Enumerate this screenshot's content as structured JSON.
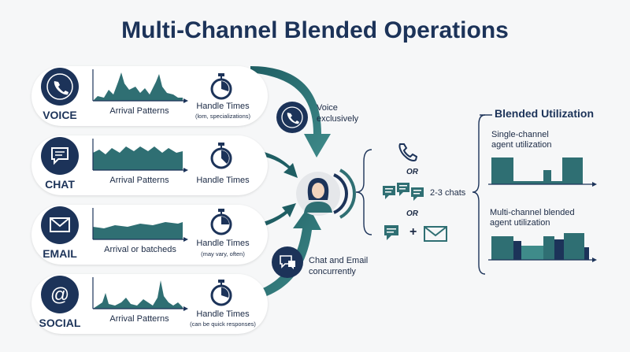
{
  "title": "Multi-Channel Blended Operations",
  "channels": [
    {
      "label": "VOICE",
      "pattern_label": "Arrival Patterns",
      "handle_label": "Handle Times",
      "handle_sub": "(lom, specializations)"
    },
    {
      "label": "CHAT",
      "pattern_label": "Arrival Patterns",
      "handle_label": "Handle Times",
      "handle_sub": ""
    },
    {
      "label": "EMAIL",
      "pattern_label": "Arrival or batcheds",
      "handle_label": "Handle Times",
      "handle_sub": "(may vary, often)"
    },
    {
      "label": "SOCIAL",
      "pattern_label": "Arrival Patterns",
      "handle_label": "Handle Times",
      "handle_sub": "(can be quick responses)"
    }
  ],
  "flows": {
    "voice_label": "Voice\nexclusively",
    "chat_email_label": "Chat and Email\nconcurrently"
  },
  "options": {
    "or1": "OR",
    "or2": "OR",
    "chats_label": "2-3 chats",
    "plus": "+"
  },
  "blended": {
    "title": "Blended Utilization",
    "single_label": "Single-channel\nagent utilization",
    "multi_label": "Multi-channel blended\nagent utilization"
  },
  "colors": {
    "navy": "#1c3359",
    "teal": "#2f6f73",
    "teal_light": "#3f8b8a"
  }
}
